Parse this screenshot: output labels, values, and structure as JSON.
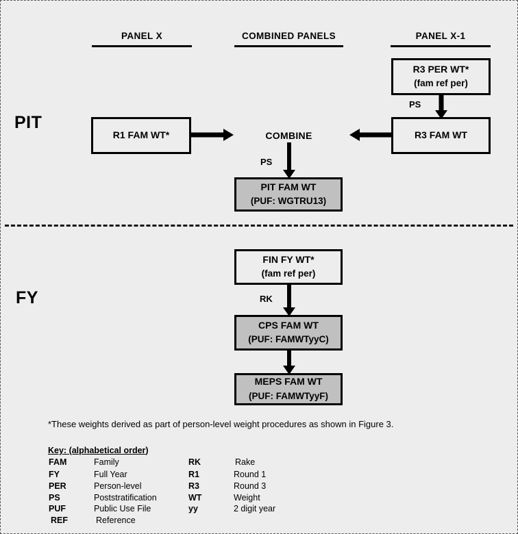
{
  "figure": {
    "background_color": "#ededed",
    "shaded_node_color": "#c0c0c0",
    "line_color": "#000000"
  },
  "column_headers": [
    {
      "label": "PANEL X"
    },
    {
      "label": "COMBINED PANELS"
    },
    {
      "label": "PANEL X-1"
    }
  ],
  "sections": [
    {
      "label": "PIT"
    },
    {
      "label": "FY"
    }
  ],
  "nodes": {
    "r3_per_wt": {
      "line1": "R3 PER WT*",
      "line2": "(fam ref per)"
    },
    "r3_fam_wt": {
      "line1": "R3 FAM WT"
    },
    "r1_fam_wt": {
      "line1": "R1 FAM WT*"
    },
    "combine": {
      "line1": "COMBINE"
    },
    "pit_fam_wt": {
      "line1": "PIT FAM WT",
      "line2": "(PUF: WGTRU13)"
    },
    "fin_fy_wt": {
      "line1": "FIN FY WT*",
      "line2": "(fam ref per)"
    },
    "cps_fam_wt": {
      "line1": "CPS FAM WT",
      "line2": "(PUF: FAMWTyyC)"
    },
    "meps_fam_wt": {
      "line1": "MEPS FAM WT",
      "line2": "(PUF: FAMWTyyF)"
    }
  },
  "edge_labels": {
    "r3_per_to_r3_fam": "PS",
    "combine_to_pit": "PS",
    "fin_to_cps": "RK"
  },
  "footnote": "*These weights derived as part of person-level weight procedures as shown in Figure 3.",
  "key": {
    "title_underlined": "Key: (alphabetical order",
    "title_tail": ")",
    "left_column": [
      {
        "term": "FAM",
        "definition": "Family"
      },
      {
        "term": "FY",
        "definition": "Full Year"
      },
      {
        "term": "PER",
        "definition": "Person-level"
      },
      {
        "term": "PS",
        "definition": "Poststratification"
      },
      {
        "term": "PUF",
        "definition": "Public Use File"
      },
      {
        "term": "REF",
        "definition": "Reference"
      }
    ],
    "right_column": [
      {
        "term": "RK",
        "definition": "Rake"
      },
      {
        "term": "R1",
        "definition": "Round 1"
      },
      {
        "term": "R3",
        "definition": "Round 3"
      },
      {
        "term": "WT",
        "definition": "Weight"
      },
      {
        "term": "yy",
        "definition": "2 digit year"
      }
    ]
  }
}
